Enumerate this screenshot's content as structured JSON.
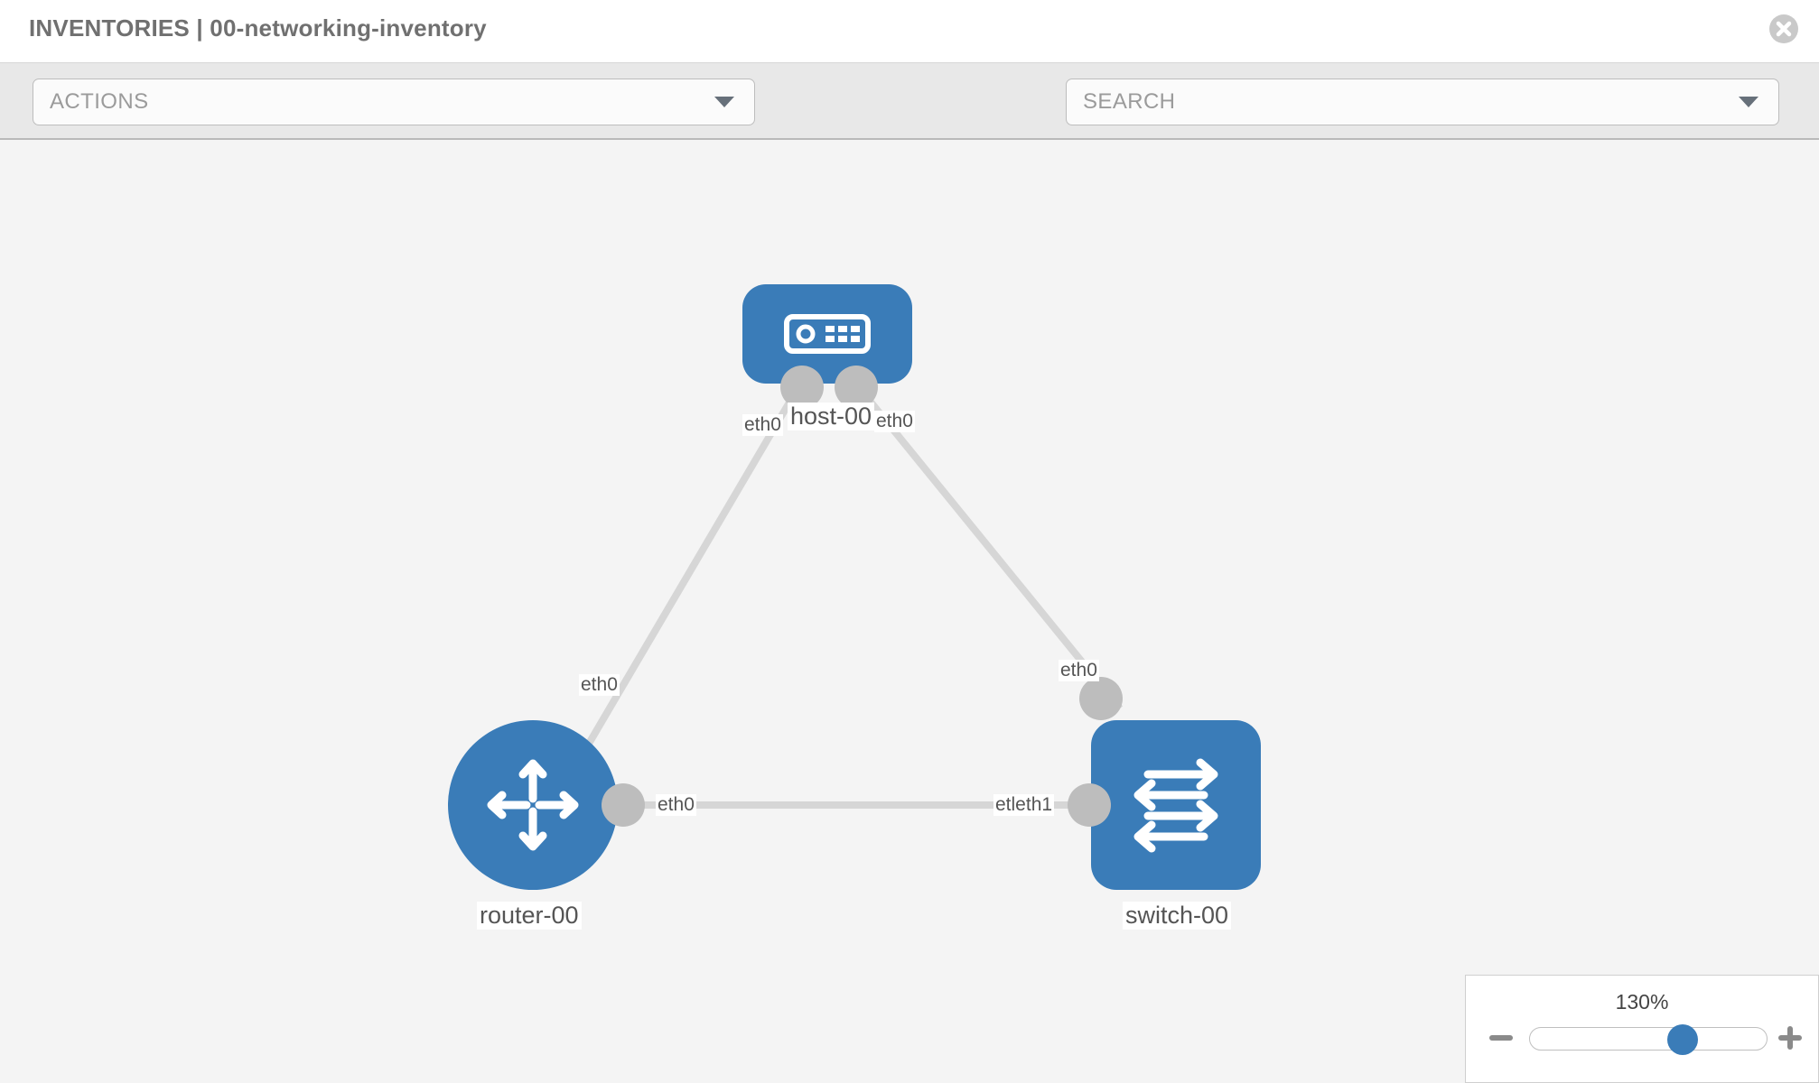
{
  "header": {
    "title": "INVENTORIES | 00-networking-inventory",
    "close_icon": "close-circle-icon"
  },
  "toolbar": {
    "actions_label": "ACTIONS",
    "search_placeholder": "SEARCH",
    "wrench_icon": "wrench-icon",
    "key_icon": "key-icon",
    "caret_icon": "chevron-down-icon"
  },
  "colors": {
    "node_blue": "#3a7cb8",
    "port_gray": "#bdbdbd",
    "link_gray": "#d6d6d6",
    "canvas_bg": "#f4f4f4",
    "toolbar_bg": "#e8e8e8"
  },
  "topology": {
    "nodes": [
      {
        "id": "host-00",
        "label": "host-00",
        "icon": "server-icon",
        "shape": "rounded-rect"
      },
      {
        "id": "router-00",
        "label": "router-00",
        "icon": "router-arrows-icon",
        "shape": "circle"
      },
      {
        "id": "switch-00",
        "label": "switch-00",
        "icon": "switch-arrows-icon",
        "shape": "rounded-square"
      }
    ],
    "links": [
      {
        "from": "host-00",
        "to": "router-00",
        "from_label": "eth0",
        "to_label": "eth0"
      },
      {
        "from": "host-00",
        "to": "switch-00",
        "from_label": "eth0",
        "to_label": "eth0"
      },
      {
        "from": "router-00",
        "to": "switch-00",
        "from_label": "eth0",
        "to_label": "eth1"
      }
    ],
    "edge_labels": {
      "host_left": "eth0",
      "host_right": "eth0",
      "router_upper": "eth0",
      "switch_upper": "eth0",
      "router_right": "eth0",
      "switch_left_overlap": "etleth1"
    }
  },
  "zoom": {
    "level": "130%",
    "minus_icon": "minus-icon",
    "plus_icon": "plus-icon"
  }
}
